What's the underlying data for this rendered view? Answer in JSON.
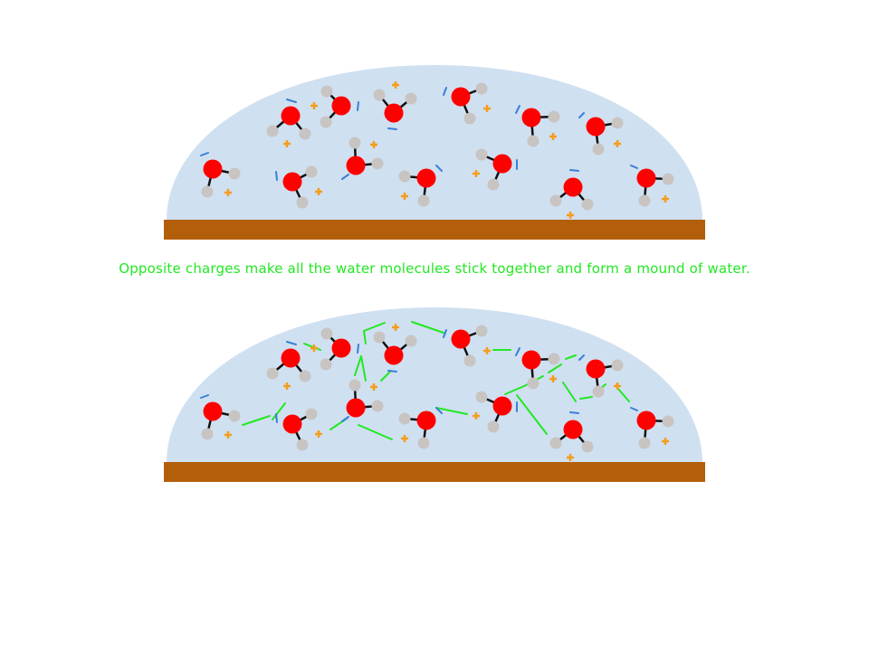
{
  "caption": "Opposite charges make all the water molecules stick together and form a mound of water.",
  "colors": {
    "water": "#cfe0f1",
    "table": "#b35e0a",
    "oxygen": "#ff0000",
    "hydrogen": "#c8c4c2",
    "bond": "#111111",
    "negative_charge": "#3a7fd8",
    "positive_charge": "#f59d1a",
    "attraction_line": "#22e822",
    "caption_text": "#22e822"
  },
  "symbols": {
    "positive": "+",
    "negative": "–"
  },
  "panels": [
    {
      "name": "top-panel",
      "shows_attractions": false
    },
    {
      "name": "bottom-panel",
      "shows_attractions": true
    }
  ]
}
